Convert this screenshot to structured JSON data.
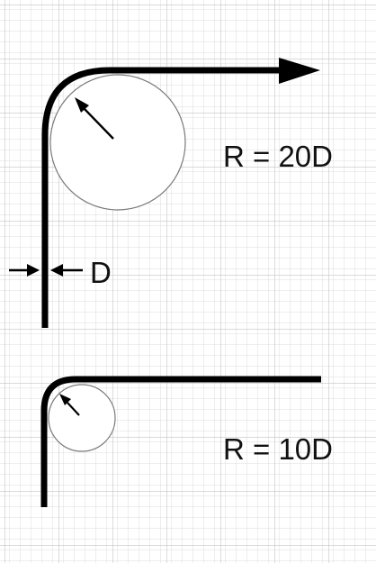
{
  "labels": {
    "bend1_radius": "R = 20D",
    "bend2_radius": "R = 10D",
    "diameter": "D"
  },
  "colors": {
    "background": "#ffffff",
    "grid_minor": "#d9d9d9",
    "grid_major": "#c6c6c6",
    "stroke": "#000000",
    "circle_stroke": "#7a7a7a"
  }
}
